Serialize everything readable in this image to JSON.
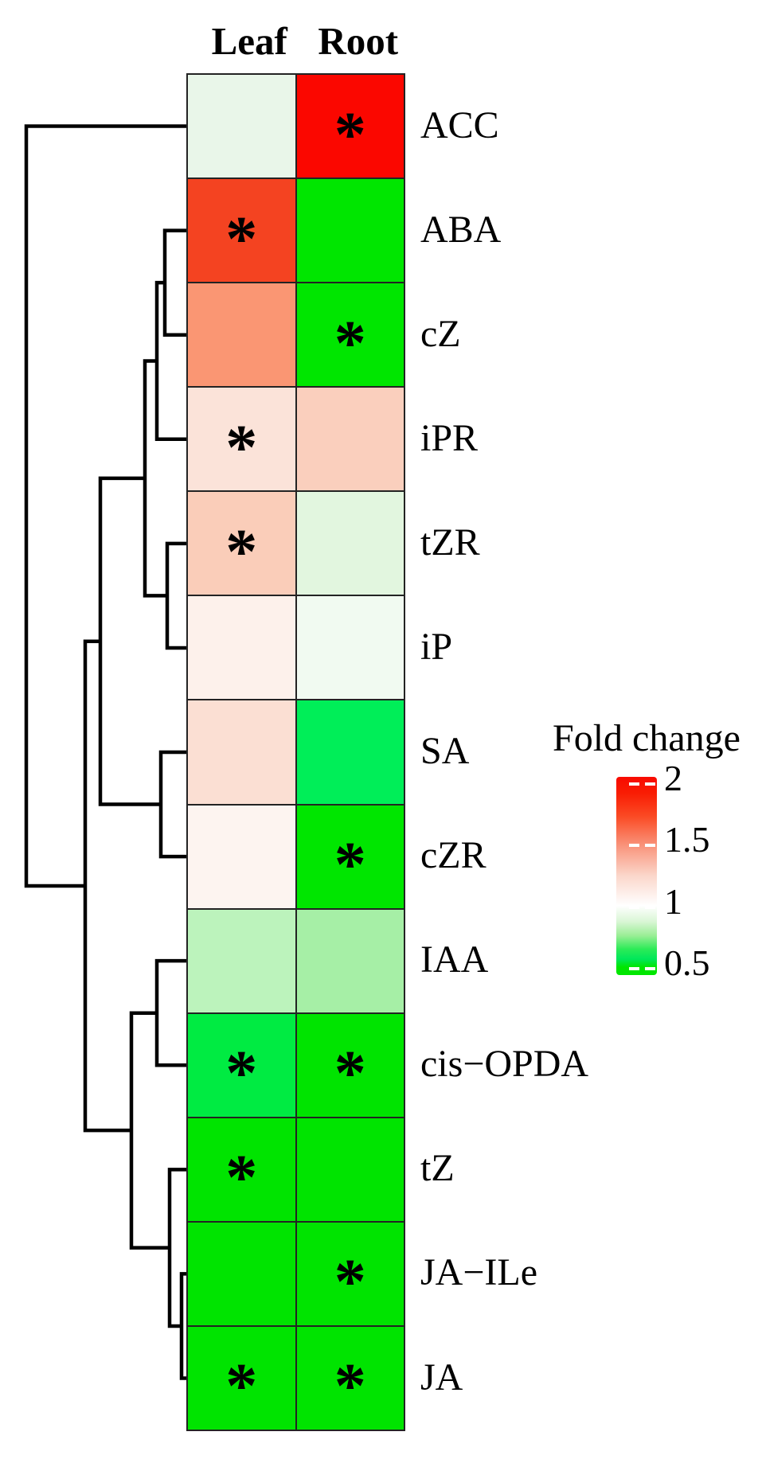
{
  "figure": {
    "columns": [
      "Leaf",
      "Root"
    ],
    "sig_marker": "*",
    "rows": [
      {
        "label": "ACC",
        "leaf": {
          "color": "#E9F6E9",
          "sig": false
        },
        "root": {
          "color": "#FB0700",
          "sig": true
        }
      },
      {
        "label": "ABA",
        "leaf": {
          "color": "#F44321",
          "sig": true
        },
        "root": {
          "color": "#00E600",
          "sig": false
        }
      },
      {
        "label": "cZ",
        "leaf": {
          "color": "#FA9673",
          "sig": false
        },
        "root": {
          "color": "#00E600",
          "sig": true
        }
      },
      {
        "label": "iPR",
        "leaf": {
          "color": "#FBE3D9",
          "sig": true
        },
        "root": {
          "color": "#FACFBD",
          "sig": false
        }
      },
      {
        "label": "tZR",
        "leaf": {
          "color": "#FACDB9",
          "sig": true
        },
        "root": {
          "color": "#E2F6DF",
          "sig": false
        }
      },
      {
        "label": "iP",
        "leaf": {
          "color": "#FDF1EB",
          "sig": false
        },
        "root": {
          "color": "#F1FAF1",
          "sig": false
        }
      },
      {
        "label": "SA",
        "leaf": {
          "color": "#FBDFD3",
          "sig": false
        },
        "root": {
          "color": "#00EE58",
          "sig": false
        }
      },
      {
        "label": "cZR",
        "leaf": {
          "color": "#FDF4F0",
          "sig": false
        },
        "root": {
          "color": "#00E600",
          "sig": true
        }
      },
      {
        "label": "IAA",
        "leaf": {
          "color": "#BCF3BC",
          "sig": false
        },
        "root": {
          "color": "#A6EFA6",
          "sig": false
        }
      },
      {
        "label": "cis−OPDA",
        "leaf": {
          "color": "#00EB42",
          "sig": true
        },
        "root": {
          "color": "#00E400",
          "sig": true
        }
      },
      {
        "label": "tZ",
        "leaf": {
          "color": "#00E400",
          "sig": true
        },
        "root": {
          "color": "#00E400",
          "sig": false
        }
      },
      {
        "label": "JA−ILe",
        "leaf": {
          "color": "#00E400",
          "sig": false
        },
        "root": {
          "color": "#00E400",
          "sig": true
        }
      },
      {
        "label": "JA",
        "leaf": {
          "color": "#00E400",
          "sig": true
        },
        "root": {
          "color": "#00E400",
          "sig": true
        }
      }
    ]
  },
  "legend": {
    "title": "Fold change",
    "ticks": [
      "2",
      "1.5",
      "1",
      "0.5"
    ],
    "gradient": [
      {
        "pct": 0,
        "color": "#F80A00"
      },
      {
        "pct": 8,
        "color": "#F91C03"
      },
      {
        "pct": 20,
        "color": "#FA4A24"
      },
      {
        "pct": 35,
        "color": "#F9957D"
      },
      {
        "pct": 50,
        "color": "#FBD7CB"
      },
      {
        "pct": 65,
        "color": "#FFFFFF"
      },
      {
        "pct": 73,
        "color": "#D9F6D5"
      },
      {
        "pct": 80,
        "color": "#9BEE96"
      },
      {
        "pct": 87,
        "color": "#2BEB57"
      },
      {
        "pct": 92,
        "color": "#00E75A"
      },
      {
        "pct": 96,
        "color": "#00E600"
      },
      {
        "pct": 100,
        "color": "#00E600"
      }
    ]
  },
  "dendrogram": {
    "stroke": "#000000",
    "stroke_width": 4.5,
    "nodes": [
      {
        "id": "A",
        "x": 207,
        "children": [
          "ABA",
          "cZ"
        ]
      },
      {
        "id": "B",
        "x": 197,
        "children": [
          "A",
          "iPR"
        ]
      },
      {
        "id": "F",
        "x": 210,
        "children": [
          "tZR",
          "iP"
        ]
      },
      {
        "id": "E",
        "x": 182,
        "children": [
          "B",
          "F"
        ]
      },
      {
        "id": "H",
        "x": 202,
        "children": [
          "SA",
          "cZR"
        ]
      },
      {
        "id": "G",
        "x": 126,
        "children": [
          "E",
          "H"
        ]
      },
      {
        "id": "I",
        "x": 197,
        "children": [
          "IAA",
          "cis−OPDA"
        ]
      },
      {
        "id": "M",
        "x": 228,
        "children": [
          "JA−ILe",
          "JA"
        ]
      },
      {
        "id": "L",
        "x": 213,
        "children": [
          "tZ",
          "M"
        ]
      },
      {
        "id": "K",
        "x": 165,
        "children": [
          "I",
          "L"
        ]
      },
      {
        "id": "N2",
        "x": 107,
        "children": [
          "G",
          "K"
        ]
      },
      {
        "id": "ROOT",
        "x": 33,
        "children": [
          "ACC",
          "N2"
        ]
      }
    ]
  },
  "chart_data": {
    "type": "heatmap",
    "title": "",
    "columns": [
      "Leaf",
      "Root"
    ],
    "rows": [
      "ACC",
      "ABA",
      "cZ",
      "iPR",
      "tZR",
      "iP",
      "SA",
      "cZR",
      "IAA",
      "cis−OPDA",
      "tZ",
      "JA−ILe",
      "JA"
    ],
    "series": [
      {
        "name": "Leaf",
        "values": [
          0.95,
          1.75,
          1.5,
          1.1,
          1.2,
          1.05,
          1.12,
          1.02,
          0.78,
          0.55,
          0.5,
          0.5,
          0.5
        ]
      },
      {
        "name": "Root",
        "values": [
          2.0,
          0.5,
          0.5,
          1.2,
          0.92,
          0.96,
          0.58,
          0.5,
          0.72,
          0.5,
          0.5,
          0.5,
          0.5
        ]
      }
    ],
    "significance": [
      {
        "name": "Leaf",
        "starred": [
          false,
          true,
          false,
          true,
          true,
          false,
          false,
          false,
          false,
          true,
          true,
          false,
          true
        ]
      },
      {
        "name": "Root",
        "starred": [
          true,
          false,
          true,
          false,
          false,
          false,
          false,
          true,
          false,
          true,
          false,
          true,
          true
        ]
      }
    ],
    "values_note": "fold-change values estimated from the colour scale (red = 2, white = 1, green = 0.5); * marks significant cells",
    "legend_title": "Fold change",
    "legend_ticks": [
      2,
      1.5,
      1,
      0.5
    ],
    "colormap": {
      "high": "#F80A00",
      "mid": "#FFFFFF",
      "low": "#00E600"
    },
    "row_dendrogram": "rows hierarchically clustered; leaf order as listed in rows[]"
  }
}
